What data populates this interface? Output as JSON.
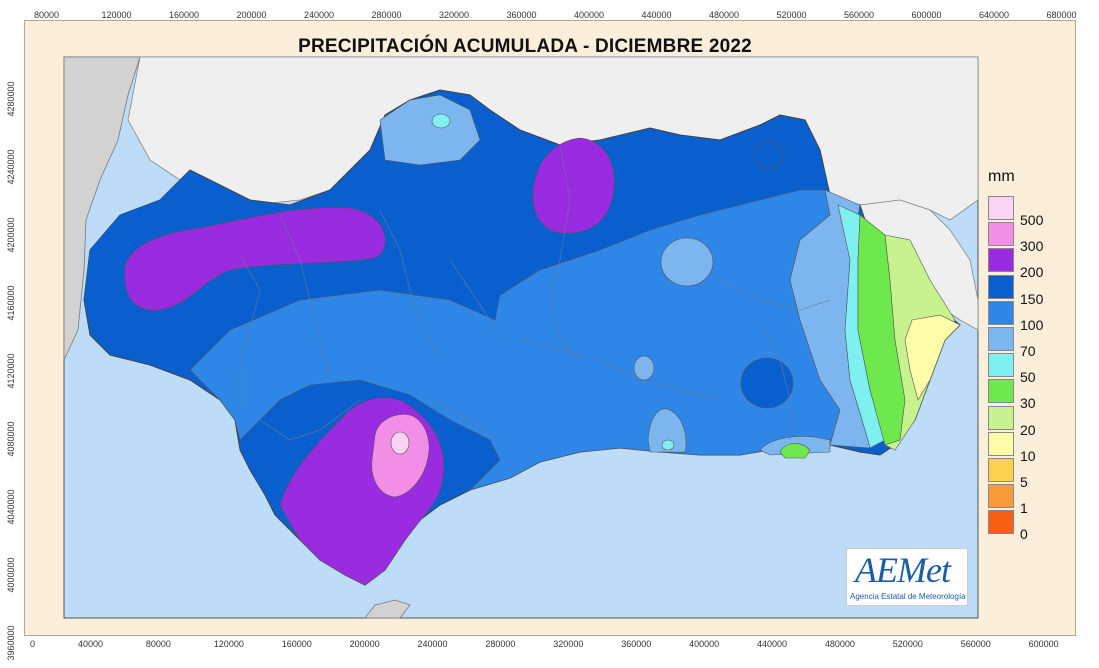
{
  "map": {
    "title": "PRECIPITACIÓN ACUMULADA - DICIEMBRE 2022",
    "top_axis_ticks": [
      "80000",
      "120000",
      "160000",
      "200000",
      "240000",
      "280000",
      "320000",
      "360000",
      "400000",
      "440000",
      "480000",
      "520000",
      "560000",
      "600000",
      "640000",
      "680000"
    ],
    "bottom_axis_ticks": [
      "0",
      "40000",
      "80000",
      "120000",
      "160000",
      "200000",
      "240000",
      "280000",
      "320000",
      "360000",
      "400000",
      "440000",
      "480000",
      "520000",
      "560000",
      "600000"
    ],
    "left_axis_ticks": [
      "4280000",
      "4240000",
      "4200000",
      "4160000",
      "4120000",
      "4080000",
      "4040000",
      "4000000",
      "3960000"
    ]
  },
  "legend": {
    "unit": "mm",
    "items": [
      {
        "label": "500",
        "color": "#fbd3f5"
      },
      {
        "label": "300",
        "color": "#f28ee5"
      },
      {
        "label": "200",
        "color": "#9a2be0"
      },
      {
        "label": "150",
        "color": "#0a5fcf"
      },
      {
        "label": "100",
        "color": "#2e86e6"
      },
      {
        "label": "70",
        "color": "#7db6ee"
      },
      {
        "label": "50",
        "color": "#7ff0f0"
      },
      {
        "label": "30",
        "color": "#6ee84c"
      },
      {
        "label": "20",
        "color": "#c8f28e"
      },
      {
        "label": "10",
        "color": "#fffca8"
      },
      {
        "label": "5",
        "color": "#fbd24a"
      },
      {
        "label": "1",
        "color": "#f89a3c"
      },
      {
        "label": "0",
        "color": "#f65f14"
      }
    ]
  },
  "logo": {
    "name": "AEMet",
    "subtitle": "Agencia Estatal de Meteorología"
  }
}
